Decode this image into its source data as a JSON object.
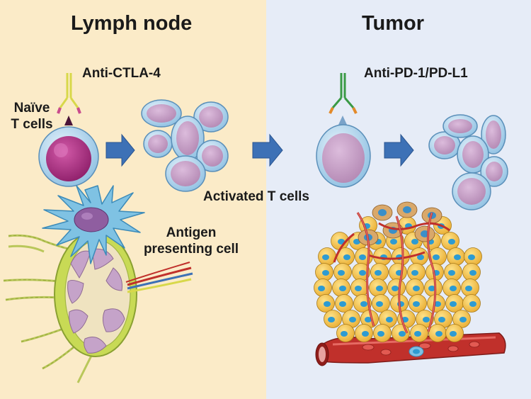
{
  "panels": {
    "left": {
      "title": "Lymph node",
      "background": "#fbebc8"
    },
    "right": {
      "title": "Tumor",
      "background": "#e6ecf7"
    }
  },
  "labels": {
    "anti_ctla4": "Anti-CTLA-4",
    "naive_line1": "Naïve",
    "naive_line2": "T cells",
    "activated_t_cells": "Activated T cells",
    "antigen_line1": "Antigen",
    "antigen_line2": "presenting cell",
    "anti_pd1_pdl1": "Anti-PD-1/PD-L1"
  },
  "colors": {
    "arrow": "#3d71b6",
    "cell_membrane": "#a9cde8",
    "cell_nucleus": "#c9a5c9",
    "tumor_cell": "#f3c13a",
    "tumor_nucleus": "#2d9bd2",
    "vessel": "#c0302b",
    "lymph_node": "#b6cf3f"
  }
}
